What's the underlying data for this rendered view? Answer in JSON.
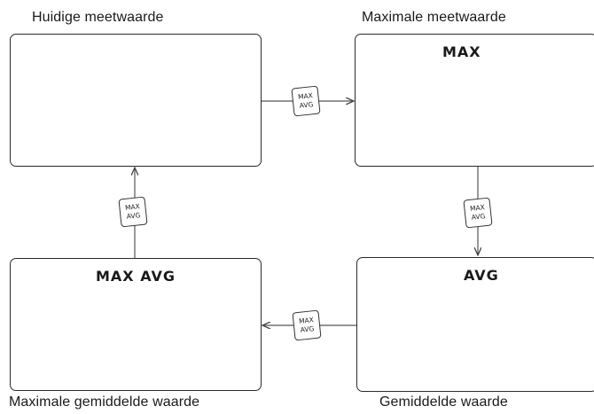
{
  "diagram": {
    "states": [
      {
        "id": "current",
        "caption": "Huidige meetwaarde",
        "mode_label": ""
      },
      {
        "id": "max",
        "caption": "Maximale meetwaarde",
        "mode_label": "MAX"
      },
      {
        "id": "avg",
        "caption": "Gemiddelde waarde",
        "mode_label": "AVG"
      },
      {
        "id": "maxavg",
        "caption": "Maximale gemiddelde waarde",
        "mode_label": "MAX AVG"
      }
    ],
    "key": {
      "line1": "MAX",
      "line2": "AVG"
    }
  }
}
